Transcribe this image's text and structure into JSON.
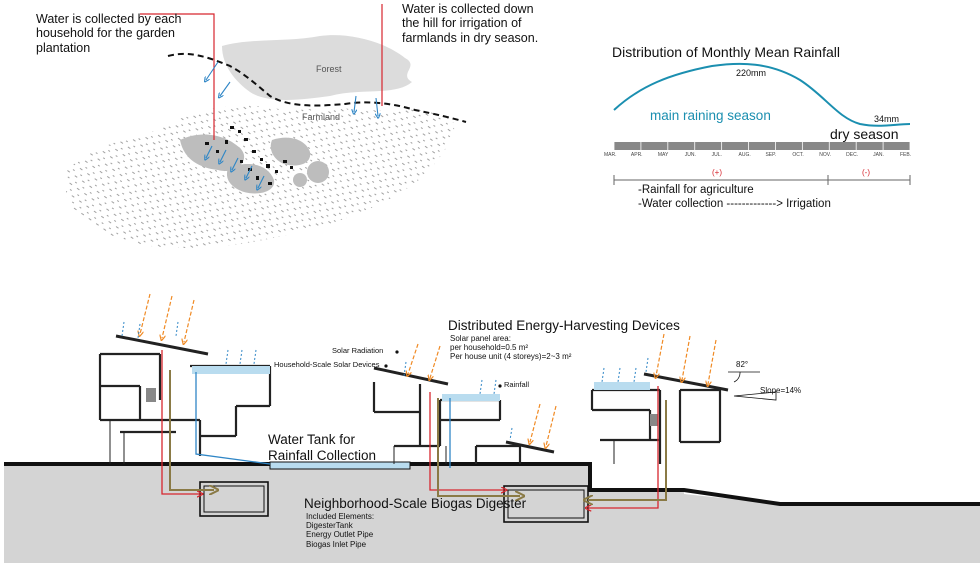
{
  "map": {
    "note_left": [
      "Water is collected by each",
      "household for the garden",
      "plantation"
    ],
    "note_right": [
      "Water is collected down",
      "the hill for irrigation of",
      "farmlands in dry season."
    ],
    "label_forest": "Forest",
    "label_farmland": "Farmland"
  },
  "rainfall": {
    "title": "Distribution of Monthly Mean Rainfall",
    "peak_label": "220mm",
    "low_label": "34mm",
    "main_season_label": "main raining season",
    "dry_season_label": "dry season",
    "months": [
      "MAR.",
      "APR.",
      "MAY",
      "JUN.",
      "JUL.",
      "AUG.",
      "SEP.",
      "OCT.",
      "NOV.",
      "DEC.",
      "JAN.",
      "FEB."
    ],
    "plus_label": "(+)",
    "minus_label": "(-)",
    "uses": [
      "-Rainfall for agriculture",
      "-Water collection -------------> Irrigation"
    ]
  },
  "section": {
    "devices_title": "Distributed Energy-Harvesting Devices",
    "panel_area_lines": [
      "Solar panel area:",
      "per household=0.5 m²",
      "Per house unit (4 storeys)=2~3 m²"
    ],
    "solar_radiation_label": "Solar Radiation",
    "solar_devices_label": "Household-Scale Solar Devices",
    "rainfall_label": "Rainfall",
    "angle_label": "82°",
    "slope_label": "Slope=14%",
    "water_tank_title": [
      "Water Tank for",
      "Rainfall Collection"
    ],
    "biogas_title": "Neighborhood-Scale Biogas Digester",
    "biogas_elements": [
      "Included Elements:",
      "DigesterTank",
      "Energy Outlet Pipe",
      "Biogas Inlet Pipe"
    ]
  },
  "colors": {
    "red_line": "#d7262e",
    "blue_arrow": "#2f86c6",
    "orange_arrow": "#f08a24",
    "teal": "#1b8fb0",
    "water": "#b9dcef",
    "ground": "#d4d4d4",
    "pipe_brown": "#8a7a45"
  }
}
